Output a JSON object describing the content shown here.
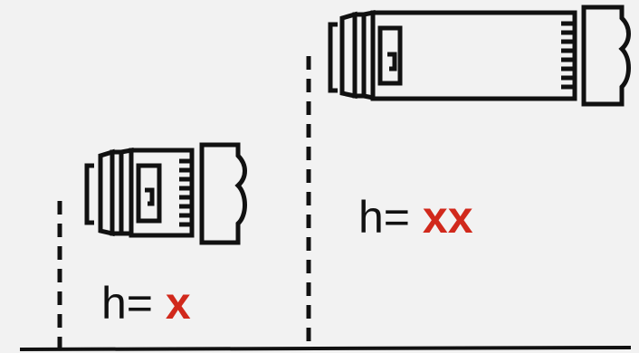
{
  "labels": {
    "small_prefix": "h= ",
    "small_value": "x",
    "large_prefix": "h= ",
    "large_value": "xx"
  },
  "icons": {
    "small": "lens-icon",
    "large": "telephoto-lens-icon"
  },
  "colors": {
    "background": "#f2f2f2",
    "stroke": "#111111",
    "accent": "#d1291c"
  }
}
